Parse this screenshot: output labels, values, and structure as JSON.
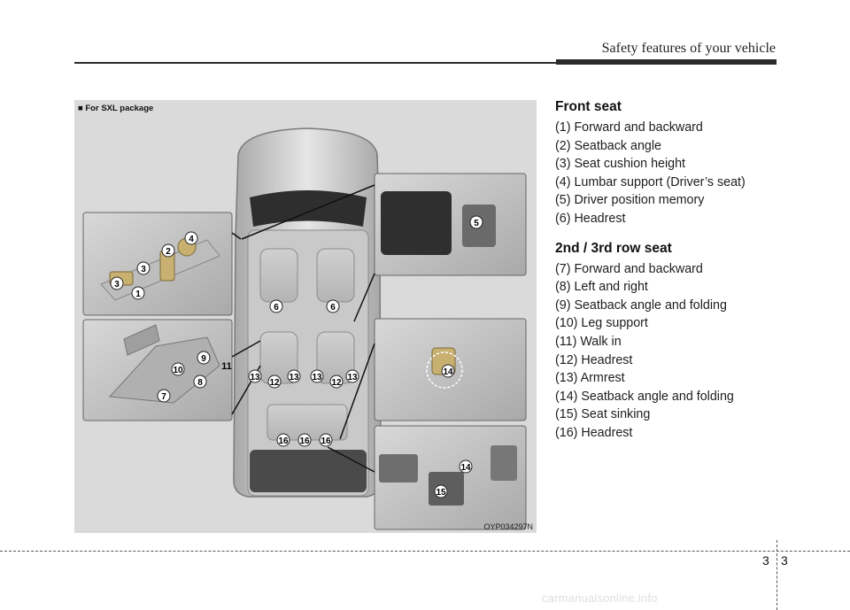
{
  "header": {
    "title": "Safety features of your vehicle"
  },
  "figure": {
    "label": "■ For SXL package",
    "code": "OYP034297N",
    "callouts": [
      "1",
      "2",
      "3",
      "3",
      "4",
      "5",
      "6",
      "6",
      "7",
      "8",
      "9",
      "10",
      "11",
      "12",
      "12",
      "13",
      "13",
      "13",
      "13",
      "14",
      "14",
      "15",
      "16",
      "16",
      "16"
    ]
  },
  "front_seat": {
    "heading": "Front seat",
    "items": [
      "(1) Forward and backward",
      "(2) Seatback angle",
      "(3) Seat cushion height",
      "(4) Lumbar support (Driver’s seat)",
      "(5) Driver position memory",
      "(6) Headrest"
    ]
  },
  "rear_seat": {
    "heading": "2nd / 3rd row seat",
    "items": [
      "(7) Forward and backward",
      "(8) Left and right",
      "(9) Seatback angle and folding",
      "(10) Leg support",
      "(11) Walk in",
      "(12) Headrest",
      "(13) Armrest",
      "(14) Seatback angle and folding",
      "(15) Seat sinking",
      "(16) Headrest"
    ]
  },
  "footer": {
    "page_section": "3",
    "page_number": "3",
    "watermark": "carmanualsonline.info"
  }
}
